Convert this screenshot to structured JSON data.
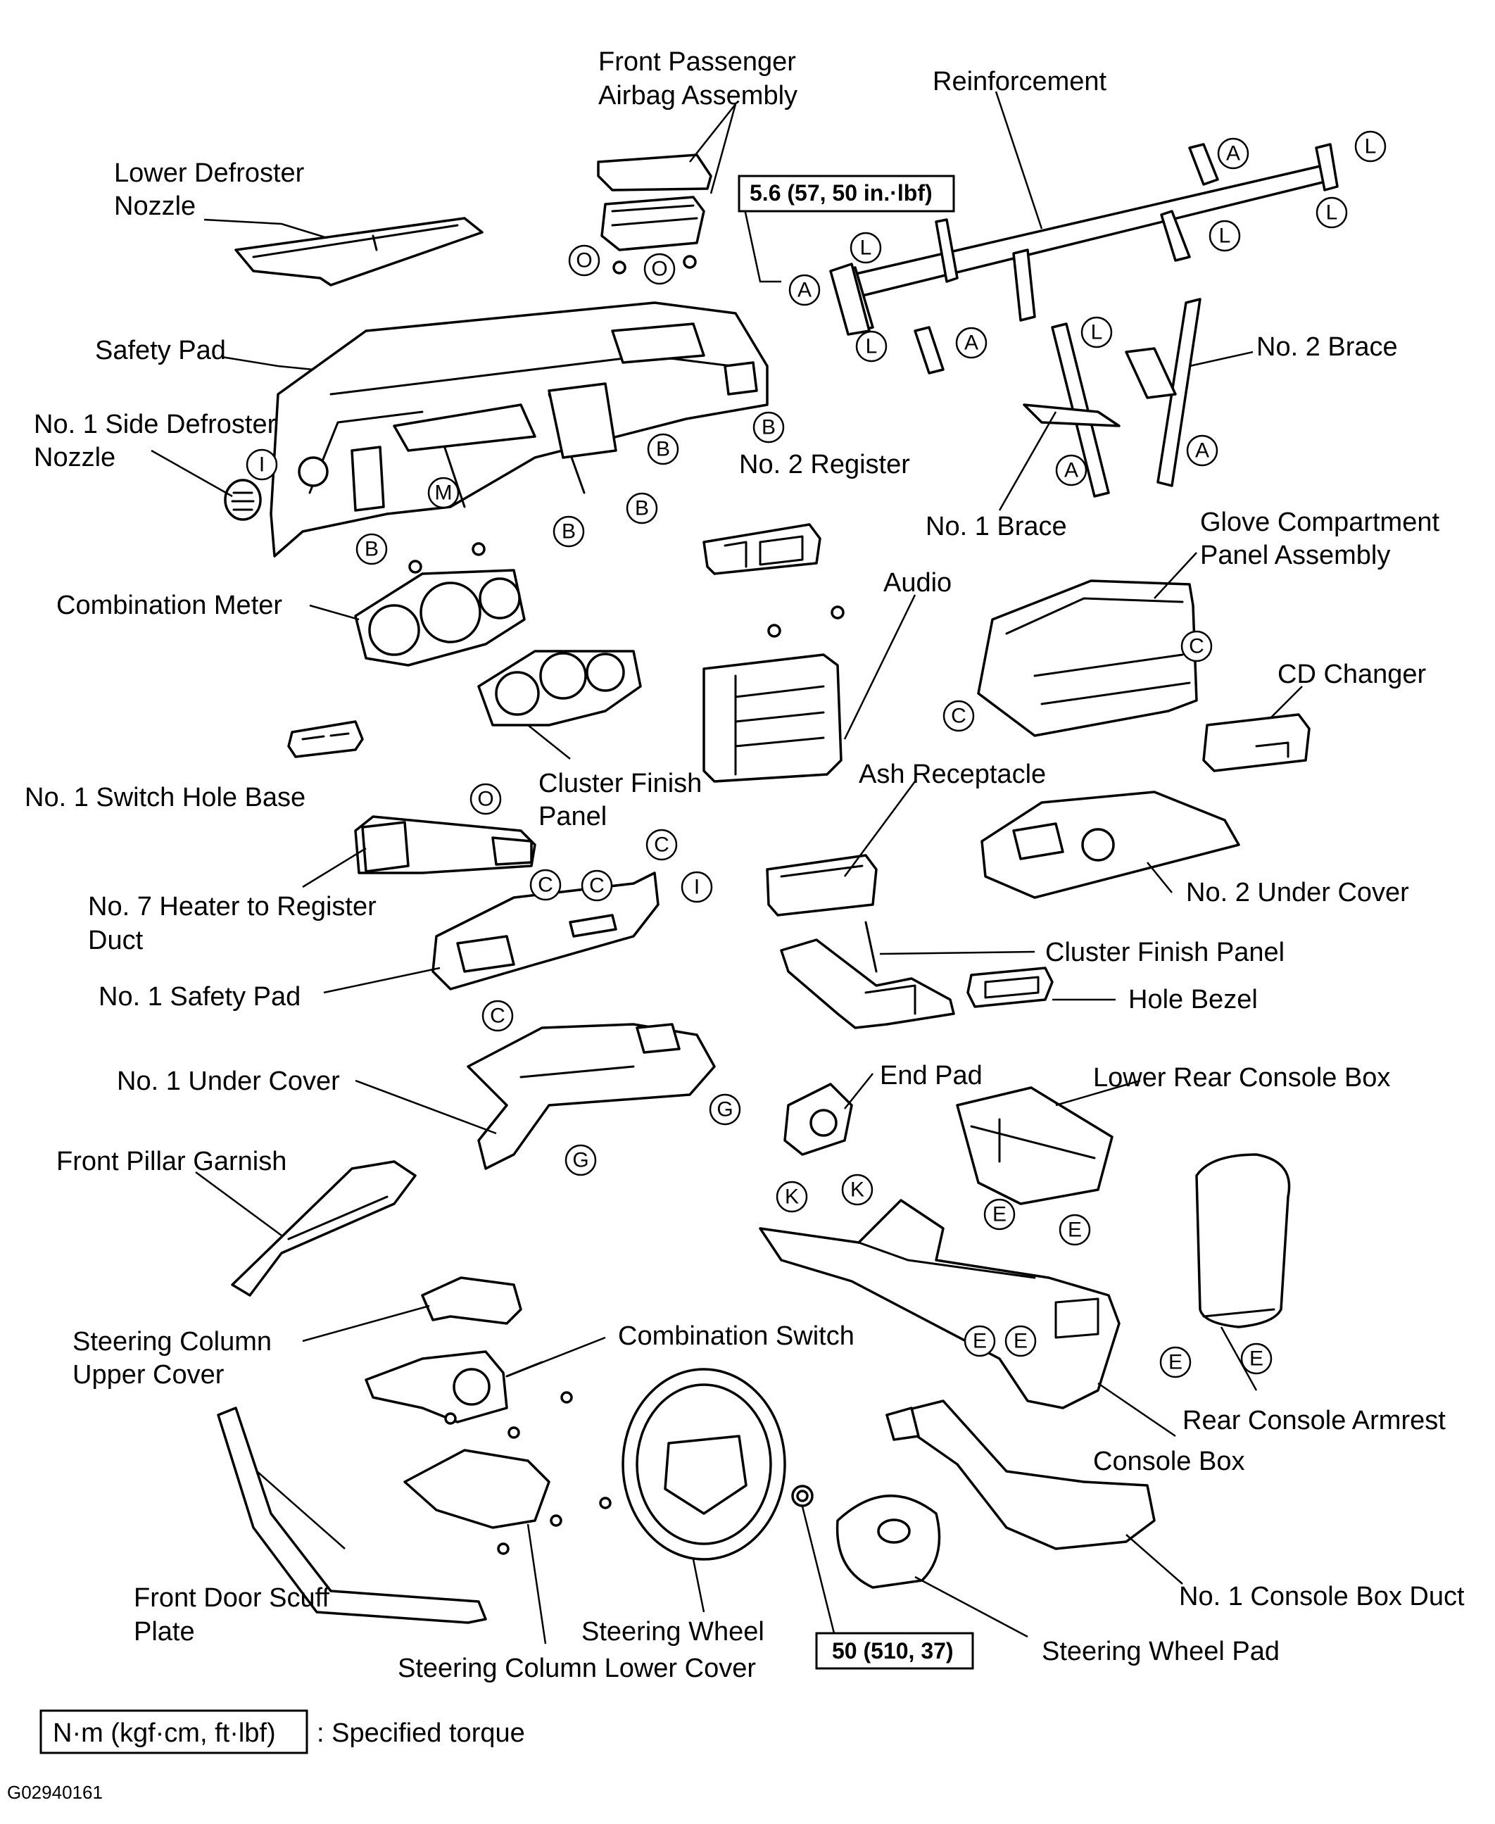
{
  "labels": {
    "front_passenger_airbag_line1": "Front Passenger",
    "front_passenger_airbag_line2": "Airbag Assembly",
    "reinforcement": "Reinforcement",
    "lower_defroster_line1": "Lower Defroster",
    "lower_defroster_line2": "Nozzle",
    "safety_pad": "Safety Pad",
    "no2_brace": "No. 2 Brace",
    "no1_side_defroster_line1": "No. 1 Side Defroster",
    "no1_side_defroster_line2": "Nozzle",
    "no2_register": "No. 2 Register",
    "no1_brace": "No. 1 Brace",
    "glove_compartment_line1": "Glove Compartment",
    "glove_compartment_line2": "Panel Assembly",
    "audio": "Audio",
    "combination_meter": "Combination Meter",
    "cd_changer": "CD Changer",
    "cluster_finish_panel_upper_line1": "Cluster Finish",
    "cluster_finish_panel_upper_line2": "Panel",
    "no1_switch_hole_base": "No. 1 Switch Hole Base",
    "ash_receptacle": "Ash Receptacle",
    "no7_heater_duct_line1": "No. 7 Heater to Register",
    "no7_heater_duct_line2": "Duct",
    "no2_under_cover": "No. 2 Under Cover",
    "cluster_finish_panel_lower": "Cluster Finish Panel",
    "no1_safety_pad": "No. 1 Safety Pad",
    "hole_bezel": "Hole Bezel",
    "end_pad": "End Pad",
    "lower_rear_console_box": "Lower Rear Console Box",
    "no1_under_cover": "No. 1 Under Cover",
    "front_pillar_garnish": "Front Pillar Garnish",
    "steering_column_upper_cover_line1": "Steering  Column",
    "steering_column_upper_cover_line2": "Upper Cover",
    "combination_switch": "Combination Switch",
    "rear_console_armrest": "Rear Console Armrest",
    "console_box": "Console Box",
    "front_door_scuff_line1": "Front Door Scuff",
    "front_door_scuff_line2": "Plate",
    "steering_wheel": "Steering Wheel",
    "steering_column_lower_cover": "Steering Column Lower Cover",
    "steering_wheel_pad": "Steering Wheel Pad",
    "no1_console_box_duct": "No. 1 Console Box Duct"
  },
  "torque": {
    "airbag": "5.6 (57, 50 in.·lbf)",
    "steering_wheel_nut": "50 (510, 37)"
  },
  "legend": {
    "unit": "N·m (kgf·cm, ft·lbf)",
    "description": ": Specified torque"
  },
  "figure_id": "G02940161",
  "markers": {
    "A": "A",
    "B": "B",
    "C": "C",
    "E": "E",
    "G": "G",
    "I": "I",
    "K": "K",
    "L": "L",
    "M": "M",
    "O": "O"
  }
}
